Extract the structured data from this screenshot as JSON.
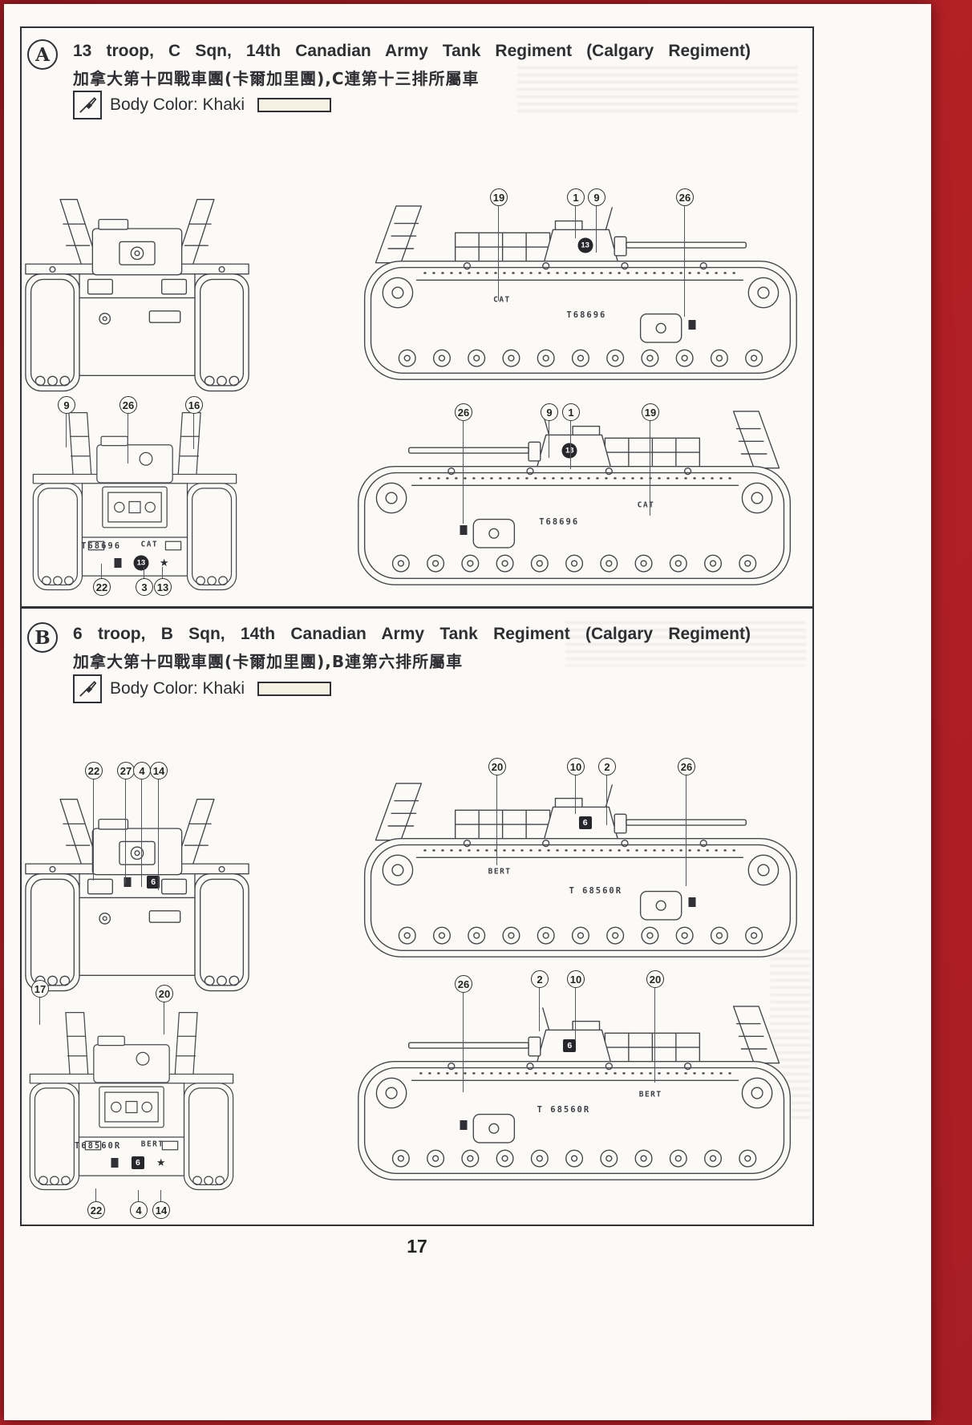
{
  "page": {
    "number": "17"
  },
  "colors": {
    "background_red": "#b32025",
    "paper": "#fbfaf6",
    "ink": "#45454c",
    "marking_dark": "#26262b",
    "swatch_khaki": "#f6f2e3"
  },
  "sections": {
    "A": {
      "letter": "A",
      "title": "13 troop, C Sqn, 14th Canadian Army Tank Regiment (Calgary Regiment)",
      "subtitle_zh": "加拿大第十四戰車團(卡爾加里團),C連第十三排所屬車",
      "body_color": {
        "label": "Body Color: Khaki",
        "color_name": "Khaki"
      },
      "markings": {
        "turret_number": "13",
        "serial": "T68696",
        "nickname": "CAT",
        "star": "★"
      },
      "callouts": {
        "side1": [
          "19",
          "1",
          "9",
          "26"
        ],
        "rear_top": [
          "9",
          "26",
          "16"
        ],
        "rear_bottom": [
          "22",
          "3",
          "13"
        ],
        "side2": [
          "26",
          "9",
          "1",
          "19"
        ]
      }
    },
    "B": {
      "letter": "B",
      "title": "6 troop, B Sqn, 14th Canadian Army Tank Regiment (Calgary Regiment)",
      "subtitle_zh": "加拿大第十四戰車團(卡爾加里團),B連第六排所屬車",
      "body_color": {
        "label": "Body Color: Khaki",
        "color_name": "Khaki"
      },
      "markings": {
        "turret_number": "6",
        "serial": "T 68560R",
        "serial_rear": "T68560R",
        "nickname": "BERT",
        "star": "★"
      },
      "callouts": {
        "front_top": [
          "22",
          "27",
          "4",
          "14"
        ],
        "side1": [
          "20",
          "10",
          "2",
          "26"
        ],
        "rear_top": [
          "17",
          "20"
        ],
        "rear_bottom": [
          "22",
          "4",
          "14"
        ],
        "side2": [
          "26",
          "2",
          "10",
          "20"
        ]
      }
    }
  }
}
